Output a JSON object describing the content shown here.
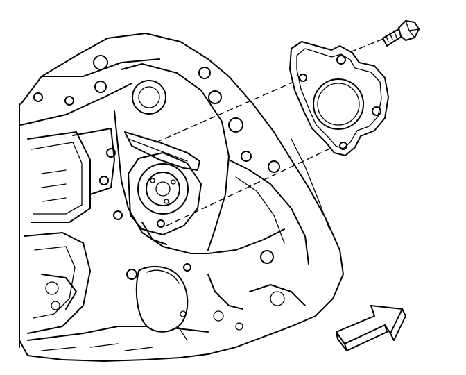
{
  "diagram": {
    "parts": [
      "engine-block",
      "gasket",
      "bolt",
      "cover",
      "direction-arrow"
    ],
    "colors": {
      "line": "#000000",
      "background": "#ffffff"
    }
  }
}
